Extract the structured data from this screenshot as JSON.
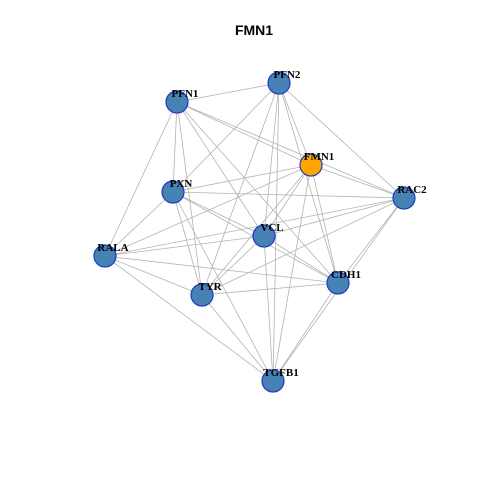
{
  "title": "FMN1",
  "colors": {
    "node_default": "#4682b4",
    "node_focus": "#ffa500",
    "edge": "#b3b3b3",
    "node_border": "#1f3bbf"
  },
  "nodes": [
    {
      "id": "PFN1",
      "label": "PFN1",
      "focus": false
    },
    {
      "id": "PFN2",
      "label": "PFN2",
      "focus": false
    },
    {
      "id": "FMN1",
      "label": "FMN1",
      "focus": true
    },
    {
      "id": "PXN",
      "label": "PXN",
      "focus": false
    },
    {
      "id": "RAC2",
      "label": "RAC2",
      "focus": false
    },
    {
      "id": "VCL",
      "label": "VCL",
      "focus": false
    },
    {
      "id": "RALA",
      "label": "RALA",
      "focus": false
    },
    {
      "id": "CDH1",
      "label": "CDH1",
      "focus": false
    },
    {
      "id": "TYR",
      "label": "TYR",
      "focus": false
    },
    {
      "id": "TGFB1",
      "label": "TGFB1",
      "focus": false
    }
  ],
  "edges": [
    [
      "PFN1",
      "PFN2"
    ],
    [
      "PFN1",
      "FMN1"
    ],
    [
      "PFN1",
      "PXN"
    ],
    [
      "PFN1",
      "RAC2"
    ],
    [
      "PFN1",
      "VCL"
    ],
    [
      "PFN1",
      "RALA"
    ],
    [
      "PFN1",
      "CDH1"
    ],
    [
      "PFN1",
      "TYR"
    ],
    [
      "PFN2",
      "FMN1"
    ],
    [
      "PFN2",
      "PXN"
    ],
    [
      "PFN2",
      "RAC2"
    ],
    [
      "PFN2",
      "VCL"
    ],
    [
      "PFN2",
      "CDH1"
    ],
    [
      "PFN2",
      "TYR"
    ],
    [
      "PFN2",
      "TGFB1"
    ],
    [
      "FMN1",
      "PXN"
    ],
    [
      "FMN1",
      "RAC2"
    ],
    [
      "FMN1",
      "VCL"
    ],
    [
      "FMN1",
      "RALA"
    ],
    [
      "FMN1",
      "CDH1"
    ],
    [
      "FMN1",
      "TYR"
    ],
    [
      "FMN1",
      "TGFB1"
    ],
    [
      "PXN",
      "RAC2"
    ],
    [
      "PXN",
      "VCL"
    ],
    [
      "PXN",
      "RALA"
    ],
    [
      "PXN",
      "CDH1"
    ],
    [
      "PXN",
      "TYR"
    ],
    [
      "PXN",
      "TGFB1"
    ],
    [
      "RAC2",
      "VCL"
    ],
    [
      "RAC2",
      "RALA"
    ],
    [
      "RAC2",
      "CDH1"
    ],
    [
      "RAC2",
      "TYR"
    ],
    [
      "RAC2",
      "TGFB1"
    ],
    [
      "VCL",
      "RALA"
    ],
    [
      "VCL",
      "CDH1"
    ],
    [
      "VCL",
      "TYR"
    ],
    [
      "VCL",
      "TGFB1"
    ],
    [
      "RALA",
      "CDH1"
    ],
    [
      "RALA",
      "TYR"
    ],
    [
      "RALA",
      "TGFB1"
    ],
    [
      "CDH1",
      "TYR"
    ],
    [
      "CDH1",
      "TGFB1"
    ],
    [
      "TYR",
      "TGFB1"
    ]
  ]
}
